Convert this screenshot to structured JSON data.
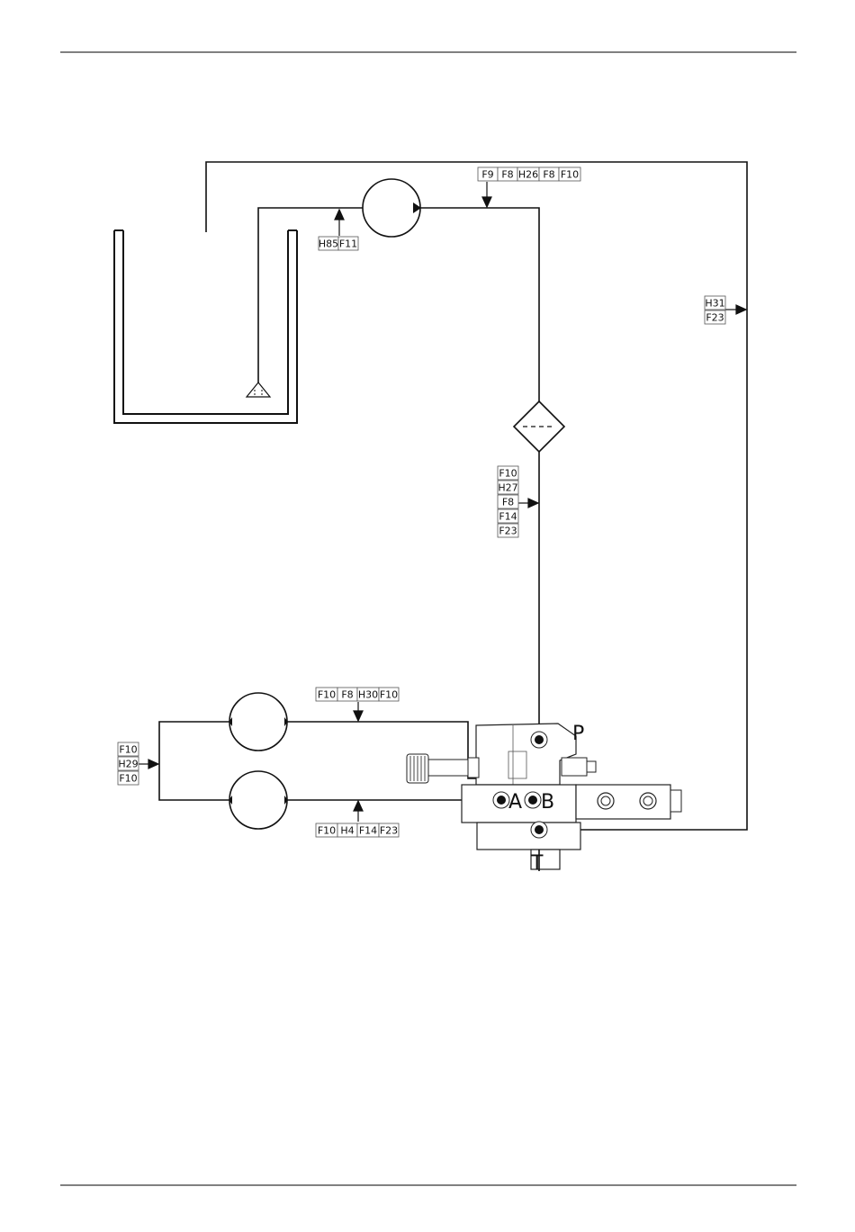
{
  "page": {
    "has_header_rule": true,
    "has_footer_rule": true
  },
  "tags": {
    "return_top": [
      "F9",
      "F8",
      "H26",
      "F8",
      "F10"
    ],
    "suction": [
      "H85",
      "F11"
    ],
    "return_right": [
      "H31",
      "F23"
    ],
    "filter_out": [
      "F10",
      "H27",
      "F8",
      "F14",
      "F23"
    ],
    "cyl_top": [
      "F10",
      "F8",
      "H30",
      "F10"
    ],
    "cyl_left": [
      "F10",
      "H29",
      "F10"
    ],
    "cyl_bottom": [
      "F10",
      "H4",
      "F14",
      "F23"
    ]
  },
  "ports": {
    "p": "P",
    "a": "A",
    "b": "B",
    "t": "T"
  },
  "components": [
    "tank",
    "pump",
    "filter",
    "actuator-upper",
    "actuator-lower",
    "control-valve-block",
    "strainer"
  ]
}
